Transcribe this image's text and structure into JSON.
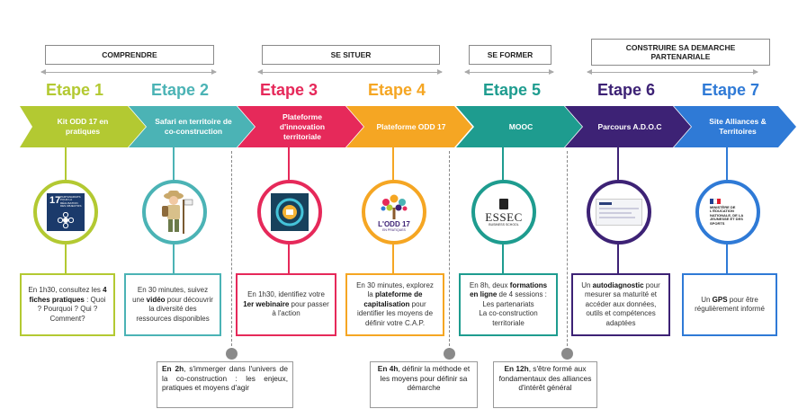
{
  "phases": [
    "COMPRENDRE",
    "SE SITUER",
    "SE FORMER",
    "CONSTRUIRE SA DEMARCHE PARTENARIALE"
  ],
  "colors": {
    "e1": "#b3c932",
    "e2": "#4bb3b5",
    "e3": "#e6295a",
    "e4": "#f5a623",
    "e5": "#1e9c8f",
    "e6": "#3d2275",
    "e7": "#2f7ad6"
  },
  "steps": [
    {
      "etape": "Etape 1",
      "chevron": "Kit ODD 17 en pratiques",
      "text": "En 1h30, consultez les 4 fiches pratiques : Quoi ? Pourquoi ? Qui ? Comment?",
      "icon": "odd17-book-icon"
    },
    {
      "etape": "Etape 2",
      "chevron": "Safari en territoire de co-construction",
      "text": "En 30 minutes, suivez une vidéo pour découvrir la diversité des ressources disponibles",
      "icon": "explorer-icon"
    },
    {
      "etape": "Etape 3",
      "chevron": "Plateforme d'innovation territoriale",
      "text": "En 1h30, identifiez votre 1er webinaire pour passer à l'action",
      "icon": "platform-icon"
    },
    {
      "etape": "Etape 4",
      "chevron": "Plateforme ODD 17",
      "text": "En 30 minutes, explorez la plateforme de capitalisation pour identifier les moyens de définir votre C.A.P.",
      "icon": "tree-icon"
    },
    {
      "etape": "Etape 5",
      "chevron": "MOOC",
      "text": "En 8h, deux formations en ligne de 4 sessions : Les partenariats La co-construction territoriale",
      "icon": "essec-logo-icon"
    },
    {
      "etape": "Etape 6",
      "chevron": "Parcours A.D.O.C",
      "text": "Un autodiagnostic pour mesurer sa maturité et accéder aux données, outils et compétences adaptées",
      "icon": "screen-icon"
    },
    {
      "etape": "Etape 7",
      "chevron": "Site Alliances & Territoires",
      "text": "Un GPS pour être régulièrement informé",
      "icon": "ministere-logo-icon"
    }
  ],
  "box_bold": {
    "s1": "4 fiches pratiques",
    "s2": "vidéo",
    "s3": "1er webinaire",
    "s4": "plateforme de capitalisation",
    "s5": "formations en ligne",
    "s6": "autodiagnostic",
    "s7": "GPS"
  },
  "box_parts": {
    "s1a": "En 1h30, consultez les ",
    "s1b": " : Quoi ? Pourquoi ? Qui ? Comment?",
    "s2a": "En 30 minutes, suivez une ",
    "s2b": " pour découvrir la diversité des ressources disponibles",
    "s3a": "En 1h30, identifiez votre ",
    "s3b": " pour passer à l'action",
    "s4a": "En 30 minutes, explorez la ",
    "s4b": " pour identifier les moyens de définir votre C.A.P.",
    "s5a": "En 8h, deux ",
    "s5b": " de 4 sessions :",
    "s5c": "Les partenariats",
    "s5d": "La co-construction territoriale",
    "s6a": "Un ",
    "s6b": " pour mesurer sa maturité et accéder aux données, outils et compétences adaptées",
    "s7a": "Un ",
    "s7b": " pour être régulièrement informé"
  },
  "notes": [
    {
      "bold": "En 2h",
      "text": ", s'immerger dans l'univers de la co-construction : les enjeux, pratiques et moyens d'agir"
    },
    {
      "bold": "En 4h",
      "text": ", définir la méthode et les moyens pour définir sa démarche"
    },
    {
      "bold": "En 12h",
      "text": ", s'être formé aux fondamentaux des alliances d'intérêt général"
    }
  ],
  "circle_texts": {
    "odd17": "17",
    "odd17_caption": "PARTENARIATS POUR LA RÉALISATION DES OBJECTIFS",
    "lodd": "L'ODD 17",
    "lodd_sub": "EN PRATIQUES",
    "essec": "ESSEC",
    "essec_sub": "BUSINESS SCHOOL",
    "ministere": "MINISTÈRE DE L'ÉDUCATION NATIONALE, DE LA JEUNESSE ET DES SPORTS"
  }
}
